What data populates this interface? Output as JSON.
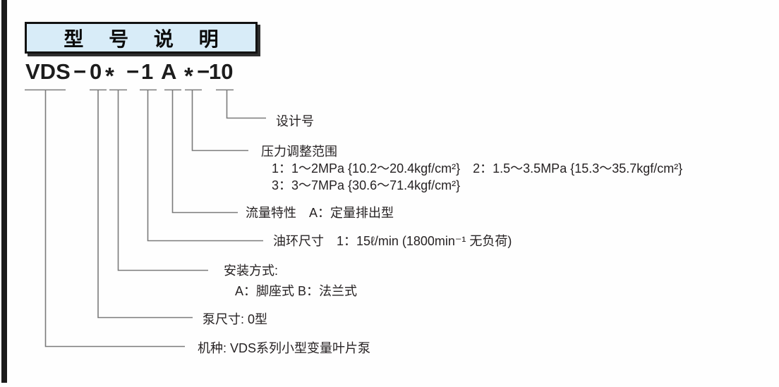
{
  "header": {
    "title": "型 号 说 明"
  },
  "model_code": {
    "parts": [
      "VDS",
      "−",
      "0",
      "*",
      "−",
      "1",
      "A",
      "*",
      "−",
      "10"
    ]
  },
  "labels": {
    "design_number": "设计号",
    "pressure_range_title": "压力调整范围",
    "pressure_range_line1": "1：1～2MPa {10.2～20.4kgf/cm²}　2：1.5～3.5MPa {15.3～35.7kgf/cm²}",
    "pressure_range_line2": "3：3～7MPa {30.6～71.4kgf/cm²}",
    "flow_characteristic": "流量特性　A：定量排出型",
    "ring_size": "油环尺寸　1：15ℓ/min (1800min⁻¹ 无负荷)",
    "mounting_title": "安装方式:",
    "mounting_options": "A：脚座式 B：法兰式",
    "pump_size": "泵尺寸: 0型",
    "machine_type": "机种: VDS系列小型变量叶片泵"
  },
  "colors": {
    "title_fill": "#d8ecf8",
    "connector_line": "#7b7b7b",
    "text": "#231f20",
    "edge_bar": "#1b1b1b"
  }
}
